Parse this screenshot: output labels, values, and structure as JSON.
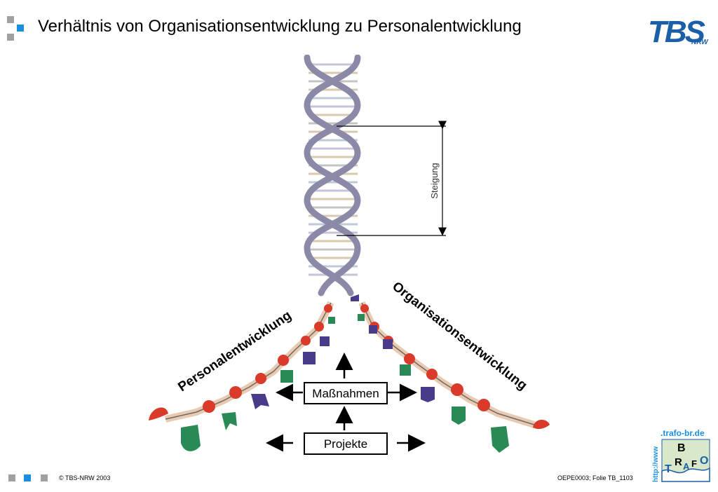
{
  "header": {
    "title": "Verhältnis von Organisationsentwicklung zu Personalentwicklung",
    "logo_text": "TBS",
    "logo_subtext": "NRW"
  },
  "diagram": {
    "pitch_label": "Steigung",
    "left_strand_label": "Personalentwicklung",
    "right_strand_label": "Organisationsentwicklung",
    "center_box_label": "Maßnahmen",
    "bottom_box_label": "Projekte"
  },
  "footer": {
    "copyright": "© TBS-NRW 2003",
    "slide_ref": "OEPE0003; Folie TB_1103"
  },
  "trafo_logo": {
    "url_prefix": "http://www",
    "domain": ".trafo-br.de",
    "letters": [
      "B",
      "T",
      "R",
      "A",
      "F",
      "O"
    ]
  },
  "colors": {
    "accent_blue": "#1a8fe0",
    "square_gray": "#a0a0a0",
    "logo_blue": "#1a5fa8",
    "helix": "#8a8aa8",
    "bead_red": "#d93a2a",
    "green": "#2a8a55",
    "purple": "#4a3a8a"
  }
}
